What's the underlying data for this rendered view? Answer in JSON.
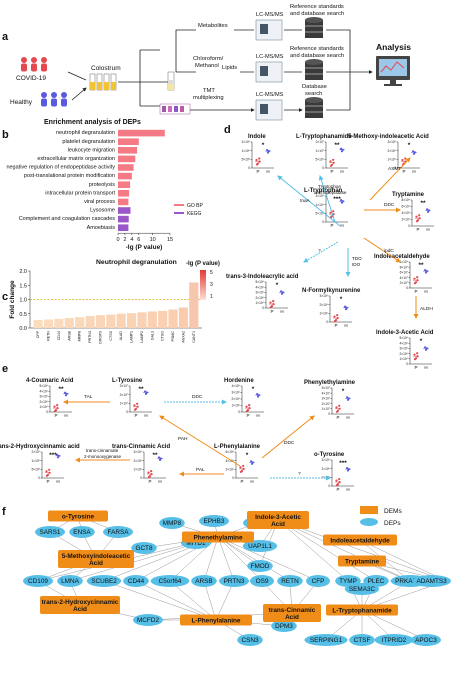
{
  "panel_labels": {
    "a": "a",
    "b": "b",
    "c": "c",
    "d": "d",
    "e": "e",
    "f": "f"
  },
  "workflow": {
    "covid": "COVID-19",
    "healthy": "Healthy",
    "colostrum": "Colostrum",
    "chloroform": "Chloroform/\nMethanol",
    "tmt": "TMT\nmultiplexing",
    "metabolites": "Metabolites",
    "lipids": "Lipids",
    "lcms": "LC-MS/MS",
    "ref1": "Reference standards\nand database search",
    "ref2": "Reference standards\nand database search",
    "dbsearch": "Database\nsearch",
    "analysis": "Analysis"
  },
  "chart_data": [
    {
      "type": "bar",
      "title": "Enrichment analysis of DEPs",
      "xlabel": "-lg (P value)",
      "xlim": [
        0,
        15
      ],
      "xticks": [
        0,
        2,
        4,
        6,
        10,
        15
      ],
      "legend": [
        {
          "name": "GO BP",
          "color": "#f47b86"
        },
        {
          "name": "KEGG",
          "color": "#9b57c9"
        }
      ],
      "categories": [
        "neutrophil degranulation",
        "platelet degranulation",
        "leukocyte migration",
        "extracellular matrix organization",
        "negative regulation of endopeptidase activity",
        "post-translational protein modification",
        "proteolysis",
        "intracellular protein transport",
        "viral process",
        "Lysosome",
        "Complement and coagulation cascades",
        "Amoebiasis"
      ],
      "values": [
        13.5,
        6.0,
        5.5,
        5.0,
        4.5,
        4.0,
        3.5,
        3.2,
        3.0,
        3.6,
        3.1,
        3.0
      ],
      "groups": [
        "GO BP",
        "GO BP",
        "GO BP",
        "GO BP",
        "GO BP",
        "GO BP",
        "GO BP",
        "GO BP",
        "GO BP",
        "KEGG",
        "KEGG",
        "KEGG"
      ]
    },
    {
      "type": "bar",
      "title": "Neutrophil degranulation",
      "ylabel": "Fold change",
      "ylim": [
        0,
        2
      ],
      "yticks": [
        0,
        0.5,
        1.0,
        1.5,
        2.0
      ],
      "colorbar_label": "-lg (P value)",
      "colorbar_ticks": [
        "5",
        "3",
        "1"
      ],
      "categories": [
        "CFP",
        "RETN",
        "CD44",
        "ARSB",
        "MMP8",
        "PRTN3",
        "CRISP3",
        "CTSS",
        "ALAD",
        "LAMP1",
        "LAMP2",
        "GAL3",
        "CTSG",
        "PSMC",
        "ANXA2",
        "CANT1"
      ],
      "values": [
        0.28,
        0.3,
        0.32,
        0.35,
        0.38,
        0.42,
        0.45,
        0.47,
        0.5,
        0.52,
        0.55,
        0.58,
        0.6,
        0.65,
        0.72,
        1.6
      ]
    }
  ],
  "mini_plots": [
    {
      "id": "indole",
      "title": "Indole",
      "sig": "*",
      "yticks": [
        "2×10⁶",
        "1×10⁶",
        "5×10⁵",
        "0"
      ],
      "x": [
        "P",
        "H"
      ]
    },
    {
      "id": "ltryptophanamide",
      "title": "L-Tryptophanamide",
      "sig": "**",
      "yticks": [
        "2×10⁷",
        "1×10⁷",
        "5×10⁶",
        "0"
      ],
      "x": [
        "P",
        "H"
      ]
    },
    {
      "id": "methoxyindoleacetic",
      "title": "5-Methoxy-indoleacetic Acid",
      "sig": "*",
      "yticks": [
        "3×10⁶",
        "2×10⁶",
        "1×10⁶",
        "0"
      ],
      "x": [
        "P",
        "H"
      ]
    },
    {
      "id": "ltryptophan",
      "title": "L-Tryptophan",
      "sig": "***",
      "yticks": [
        "2×10⁶",
        "1×10⁶",
        "5×10⁵",
        "0"
      ],
      "x": [
        "P",
        "H"
      ]
    },
    {
      "id": "tryptamine",
      "title": "Tryptamine",
      "sig": "**",
      "yticks": [
        "8×10⁶",
        "6×10⁶",
        "4×10⁶",
        "2×10⁶",
        "0"
      ],
      "x": [
        "P",
        "H"
      ]
    },
    {
      "id": "indoleacrylic",
      "title": "trans-3-Indoleacrylic acid",
      "sig": "*",
      "yticks": [
        "5×10⁶",
        "4×10⁶",
        "3×10⁶",
        "2×10⁶",
        "1×10⁶",
        "0"
      ],
      "x": [
        "P",
        "H"
      ]
    },
    {
      "id": "formylkynurenine",
      "title": "N-Formylkynurenine",
      "sig": "*",
      "yticks": [
        "3×10⁶",
        "2×10⁶",
        "1×10⁶",
        "0"
      ],
      "x": [
        "P",
        "H"
      ]
    },
    {
      "id": "indoleacetaldehyde",
      "title": "Indoleacetaldehyde",
      "sig": "**",
      "yticks": [
        "1×10⁸",
        "8×10⁷",
        "6×10⁷",
        "4×10⁷",
        "2×10⁷",
        "0"
      ],
      "x": [
        "P",
        "H"
      ]
    },
    {
      "id": "indole3acetic",
      "title": "Indole-3-Acetic Acid",
      "sig": "*",
      "yticks": [
        "5×10⁶",
        "4×10⁶",
        "3×10⁶",
        "2×10⁶",
        "1×10⁶",
        "0"
      ],
      "x": [
        "P",
        "H"
      ]
    },
    {
      "id": "coumaric",
      "title": "4-Coumaric Acid",
      "sig": "**",
      "yticks": [
        "5×10⁶",
        "4×10⁶",
        "3×10⁶",
        "2×10⁶",
        "1×10⁶",
        "0"
      ],
      "x": [
        "P",
        "H"
      ]
    },
    {
      "id": "ltyrosine",
      "title": "L-Tyrosine",
      "sig": "**",
      "yticks": [
        "3×10⁷",
        "2×10⁷",
        "1×10⁷",
        "0"
      ],
      "x": [
        "P",
        "H"
      ]
    },
    {
      "id": "hordenine",
      "title": "Hordenine",
      "sig": "*",
      "yticks": [
        "4×10⁶",
        "3×10⁶",
        "2×10⁶",
        "1×10⁶",
        "0"
      ],
      "x": [
        "P",
        "H"
      ]
    },
    {
      "id": "phenylethylamine",
      "title": "Phenylethylamine",
      "sig": "*",
      "yticks": [
        "5×10⁷",
        "4×10⁷",
        "3×10⁷",
        "2×10⁷",
        "1×10⁷",
        "0"
      ],
      "x": [
        "P",
        "H"
      ]
    },
    {
      "id": "hydroxycinnamic",
      "title": "trans-2-Hydroxycinnamic acid",
      "sig": "***",
      "yticks": [
        "2×10⁶",
        "1×10⁶",
        "5×10⁵",
        "0"
      ],
      "x": [
        "P",
        "H"
      ]
    },
    {
      "id": "cinnamic",
      "title": "trans-Cinnamic Acid",
      "sig": "**",
      "yticks": [
        "3×10⁶",
        "2×10⁶",
        "1×10⁶",
        "0"
      ],
      "x": [
        "P",
        "H"
      ]
    },
    {
      "id": "lphenylalanine",
      "title": "L-Phenylalanine",
      "sig": "*",
      "yticks": [
        "6×10⁶",
        "4×10⁶",
        "2×10⁶",
        "0"
      ],
      "x": [
        "P",
        "H"
      ]
    },
    {
      "id": "otyrosine",
      "title": "o-Tyrosine",
      "sig": "***",
      "yticks": [
        "3×10⁶",
        "2×10⁶",
        "1×10⁶",
        "0"
      ],
      "x": [
        "P",
        "H"
      ]
    }
  ],
  "pathway_labels": {
    "tnaA": "tnaA",
    "trp_amino": "Tryptophan\naminopeptidase",
    "asmt": "ASMT",
    "ddc1": "DDC",
    "ipdc": "ipdC",
    "q1": "?",
    "tdo": "TDO\nIDO",
    "aldh": "ALDH",
    "tal": "TAL",
    "ddc2": "DDC",
    "pah": "PAH",
    "ddc3": "DDC",
    "pal": "PAL",
    "q2": "?",
    "tc2m": "trans-cinnamate\n2-monooxygenase"
  },
  "network": {
    "legend": [
      {
        "name": "DEMs",
        "color": "#f08c18"
      },
      {
        "name": "DEPs",
        "color": "#56bfe8"
      }
    ],
    "dems": [
      "o-Tyrosine",
      "5-Methoxyindoleacetic\nAcid",
      "Phenethylamine",
      "Indole-3-Acetic\nAcid",
      "Indoleacetaldehyde",
      "Tryptamine",
      "trans-2-Hydroxycinnamic\nAcid",
      "L-Phenylalanine",
      "trans-Cinnamic\nAcid",
      "L-Tryptophanamide"
    ],
    "deps": [
      "SARS1",
      "ENSA",
      "FARSA",
      "MMP8",
      "EPHB3",
      "CRIP3",
      "MITD1",
      "UAP1L1",
      "GCT8",
      "FMOD",
      "CD109",
      "LMNA",
      "SCUBE2",
      "CD44",
      "C5orf64",
      "ARSB",
      "PRTN3",
      "OS9",
      "RETN",
      "CFP",
      "TYMP",
      "PLEC",
      "PRKAR2A",
      "ADAMTS3",
      "SEMA3C",
      "MCFD2",
      "DPM3",
      "CSN3",
      "SERPING1",
      "CTSF",
      "ITPRID2",
      "APOC3"
    ]
  }
}
